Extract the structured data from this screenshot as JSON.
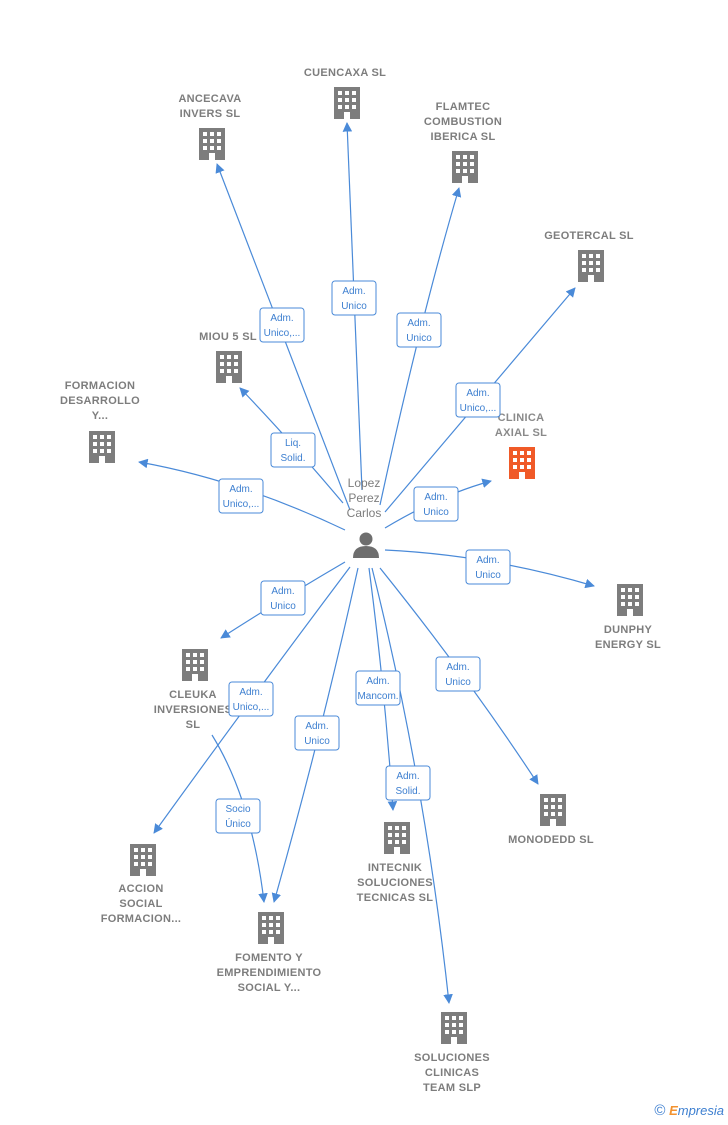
{
  "center": {
    "label_lines": [
      "Lopez",
      "Perez",
      "Carlos"
    ],
    "icon": "person-icon"
  },
  "colors": {
    "edge": "#4a8ad8",
    "node": "#7d7d7d",
    "highlight": "#f05a28"
  },
  "companies": [
    {
      "id": "cuencaxa",
      "lines": [
        "CUENCAXA  SL"
      ],
      "icon": "building-icon"
    },
    {
      "id": "ancecava",
      "lines": [
        "ANCECAVA",
        "INVERS  SL"
      ],
      "icon": "building-icon"
    },
    {
      "id": "flamtec",
      "lines": [
        "FLAMTEC",
        "COMBUSTION",
        "IBERICA  SL"
      ],
      "icon": "building-icon"
    },
    {
      "id": "geotercal",
      "lines": [
        "GEOTERCAL SL"
      ],
      "icon": "building-icon"
    },
    {
      "id": "miou5",
      "lines": [
        "MIOU 5  SL"
      ],
      "icon": "building-icon"
    },
    {
      "id": "clinica",
      "lines": [
        "CLINICA",
        "AXIAL  SL"
      ],
      "icon": "building-icon",
      "highlight": true
    },
    {
      "id": "formacion",
      "lines": [
        "FORMACION",
        "DESARROLLO",
        "Y..."
      ],
      "icon": "building-icon"
    },
    {
      "id": "dunphy",
      "lines": [
        "DUNPHY",
        "ENERGY  SL"
      ],
      "icon": "building-icon"
    },
    {
      "id": "cleuka",
      "lines": [
        "CLEUKA",
        "INVERSIONES",
        "SL"
      ],
      "icon": "building-icon"
    },
    {
      "id": "monodedd",
      "lines": [
        "MONODEDD SL"
      ],
      "icon": "building-icon"
    },
    {
      "id": "accion",
      "lines": [
        "ACCION",
        "SOCIAL",
        "FORMACION..."
      ],
      "icon": "building-icon"
    },
    {
      "id": "intecnik",
      "lines": [
        "INTECNIK",
        "SOLUCIONES",
        "TECNICAS  SL"
      ],
      "icon": "building-icon"
    },
    {
      "id": "fomento",
      "lines": [
        "FOMENTO Y",
        "EMPRENDIMIENTO",
        "SOCIAL Y..."
      ],
      "icon": "building-icon"
    },
    {
      "id": "soluciones",
      "lines": [
        "SOLUCIONES",
        "CLINICAS",
        "TEAM  SLP"
      ],
      "icon": "building-icon"
    }
  ],
  "relations": [
    {
      "to": "cuencaxa",
      "lines": [
        "Adm.",
        "Unico"
      ]
    },
    {
      "to": "ancecava",
      "lines": [
        "Adm.",
        "Unico,..."
      ]
    },
    {
      "to": "flamtec",
      "lines": [
        "Adm.",
        "Unico"
      ]
    },
    {
      "to": "geotercal",
      "lines": [
        "Adm.",
        "Unico,..."
      ]
    },
    {
      "to": "miou5",
      "lines": [
        "Liq.",
        "Solid."
      ]
    },
    {
      "to": "clinica",
      "lines": [
        "Adm.",
        "Unico"
      ]
    },
    {
      "to": "formacion",
      "lines": [
        "Adm.",
        "Unico,..."
      ]
    },
    {
      "to": "dunphy",
      "lines": [
        "Adm.",
        "Unico"
      ]
    },
    {
      "to": "cleuka",
      "lines": [
        "Adm.",
        "Unico"
      ]
    },
    {
      "to": "accion",
      "lines": [
        "Adm.",
        "Unico,..."
      ]
    },
    {
      "to": "fomento",
      "lines": [
        "Adm.",
        "Unico"
      ]
    },
    {
      "to": "intecnik",
      "lines": [
        "Adm.",
        "Mancom."
      ]
    },
    {
      "to": "soluciones",
      "lines": [
        "Adm.",
        "Solid."
      ]
    },
    {
      "to": "monodedd",
      "lines": [
        "Adm.",
        "Unico"
      ]
    },
    {
      "from": "cleuka",
      "to": "fomento",
      "lines": [
        "Socio",
        "Único"
      ]
    }
  ],
  "brand": {
    "copyright": "©",
    "first_letter": "E",
    "rest": "mpresia"
  }
}
